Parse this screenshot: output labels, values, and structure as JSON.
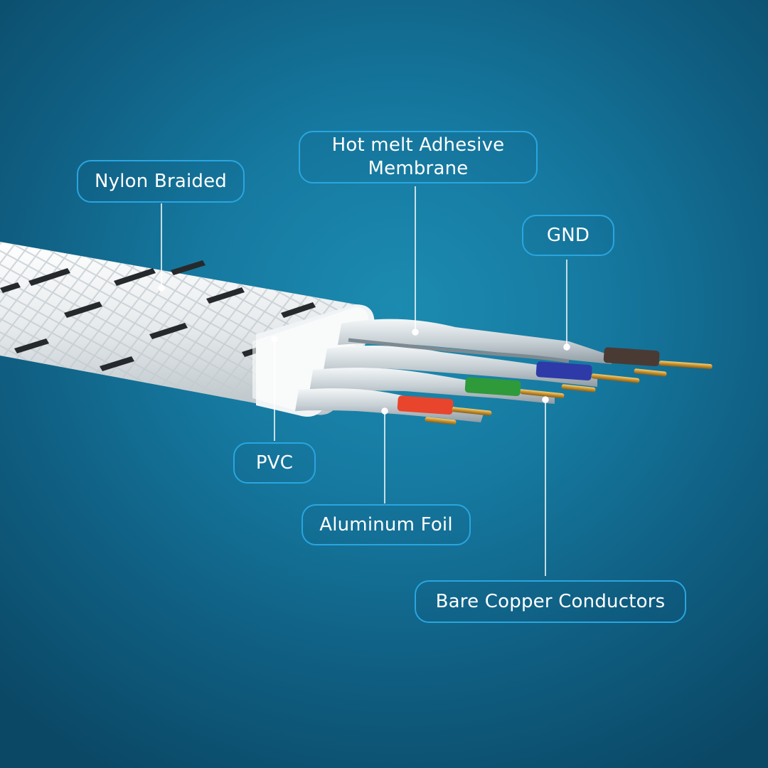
{
  "labels": {
    "nylon_braided": "Nylon Braided",
    "hot_melt": "Hot melt Adhesive\nMembrane",
    "gnd": "GND",
    "pvc": "PVC",
    "aluminum_foil": "Aluminum Foil",
    "bare_copper": "Bare Copper Conductors"
  },
  "colors": {
    "background": "#1679a0",
    "label_border": "#2aa5df",
    "label_text": "#ffffff",
    "braid": "#e8ecef",
    "braid_stripe": "#2a2d30",
    "pvc_jacket": "#f2f4f5",
    "foil": "#c9d3d8",
    "wire_red": "#e8452c",
    "wire_green": "#2e9a3a",
    "wire_blue": "#2d3aa8",
    "wire_brown": "#4a3a34",
    "copper": "#d6a640"
  }
}
